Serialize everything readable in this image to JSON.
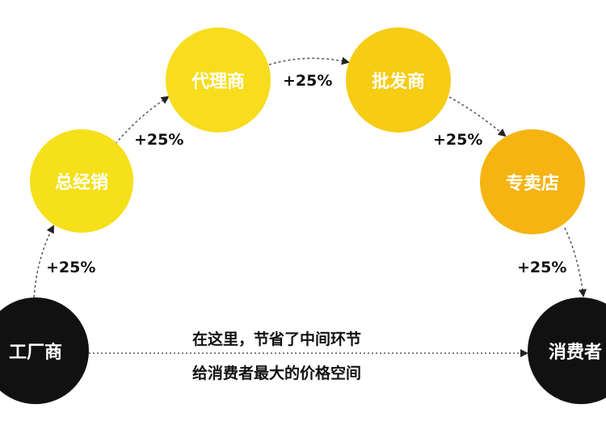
{
  "nodes": {
    "factory": {
      "label": "工厂商",
      "color": "#111111"
    },
    "general_distributor": {
      "label": "总经销",
      "color": "#f5e019"
    },
    "agent": {
      "label": "代理商",
      "color": "#f7dd1e"
    },
    "wholesaler": {
      "label": "批发商",
      "color": "#f6cc14"
    },
    "specialty_store": {
      "label": "专卖店",
      "color": "#f5b412"
    },
    "consumer": {
      "label": "消费者",
      "color": "#111111"
    }
  },
  "markups": [
    "+25%",
    "+25%",
    "+25%",
    "+25%",
    "+25%"
  ],
  "message": {
    "line1": "在这里，节省了中间环节",
    "line2": "给消费者最大的价格空间"
  }
}
